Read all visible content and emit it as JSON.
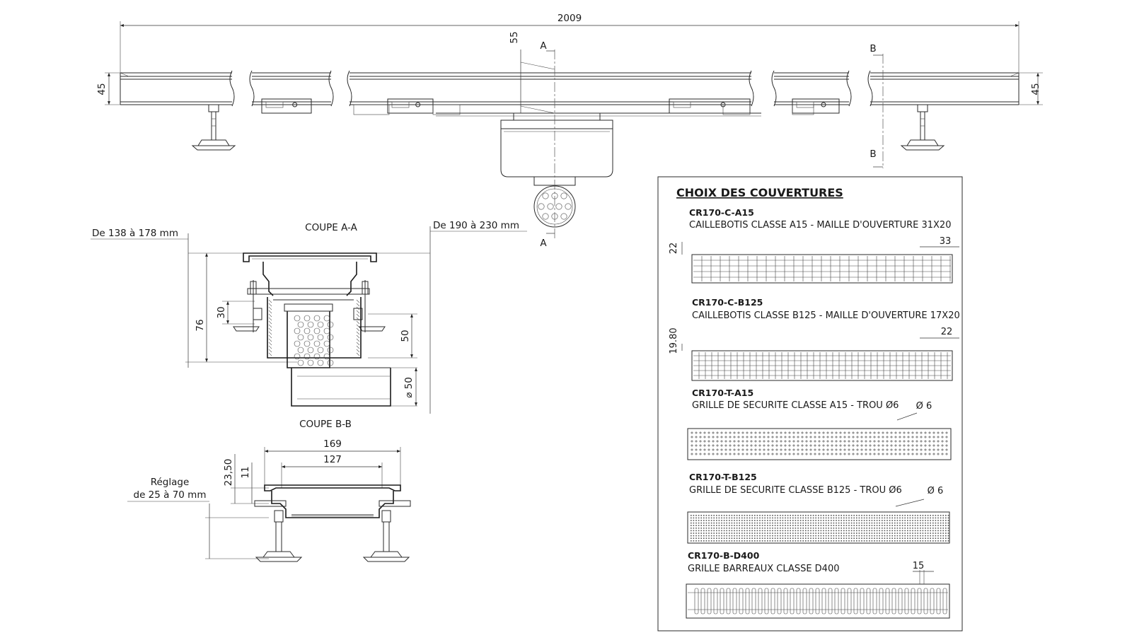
{
  "dimensions": {
    "overall_length": "2009",
    "height_left": "45",
    "height_right": "45",
    "offset_55": "55",
    "sec_a_top": "A",
    "sec_a_bottom": "A",
    "sec_b_top": "B",
    "sec_b_bottom": "B"
  },
  "coupe_aa": {
    "title": "COUPE A-A",
    "range_left": "De 138 à 178 mm",
    "range_right": "De 190 à 230 mm",
    "dim_76": "76",
    "dim_30": "30",
    "dim_50": "50",
    "dim_d50": "⌀ 50"
  },
  "coupe_bb": {
    "title": "COUPE B-B",
    "dim_169": "169",
    "dim_127": "127",
    "dim_2350": "23,50",
    "dim_11": "11",
    "reglage_1": "Réglage",
    "reglage_2": "de  25 à 70 mm"
  },
  "covers": {
    "title": "CHOIX DES COUVERTURES",
    "items": [
      {
        "code": "CR170-C-A15",
        "desc": "CAILLEBOTIS CLASSE A15 - MAILLE D'OUVERTURE 31X20",
        "dim_side": "22",
        "dim_top": "33"
      },
      {
        "code": "CR170-C-B125",
        "desc": "CAILLEBOTIS CLASSE B125 - MAILLE D'OUVERTURE 17X20",
        "dim_side": "19.80",
        "dim_top": "22"
      },
      {
        "code": "CR170-T-A15",
        "desc": "GRILLE DE SECURITE CLASSE A15 - TROU Ø6",
        "dim_top": "Ø 6"
      },
      {
        "code": "CR170-T-B125",
        "desc": "GRILLE DE SECURITE CLASSE B125 - TROU Ø6",
        "dim_top": "Ø 6"
      },
      {
        "code": "CR170-B-D400",
        "desc": "GRILLE BARREAUX CLASSE D400",
        "dim_top": "15"
      }
    ]
  }
}
